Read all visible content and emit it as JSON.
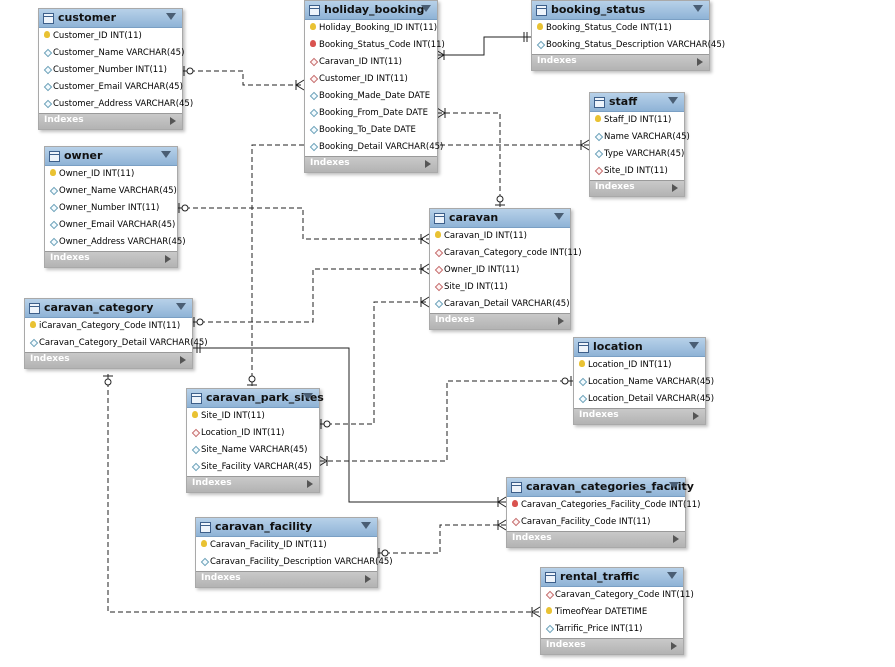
{
  "tables": [
    {
      "key": "customer",
      "name": "customer",
      "cols": [
        {
          "t": "Customer_ID INT(11)",
          "k": "pk"
        },
        {
          "t": "Customer_Name VARCHAR(45)",
          "k": "attr"
        },
        {
          "t": "Customer_Number INT(11)",
          "k": "attr"
        },
        {
          "t": "Customer_Email VARCHAR(45)",
          "k": "attr"
        },
        {
          "t": "Customer_Address VARCHAR(45)",
          "k": "attr"
        }
      ],
      "footer": "Indexes"
    },
    {
      "key": "holiday_booking",
      "name": "holiday_booking",
      "cols": [
        {
          "t": "Holiday_Booking_ID INT(11)",
          "k": "pk"
        },
        {
          "t": "Booking_Status_Code INT(11)",
          "k": "fk"
        },
        {
          "t": "Caravan_ID INT(11)",
          "k": "fkattr"
        },
        {
          "t": "Customer_ID INT(11)",
          "k": "fkattr"
        },
        {
          "t": "Booking_Made_Date DATE",
          "k": "attr"
        },
        {
          "t": "Booking_From_Date DATE",
          "k": "attr"
        },
        {
          "t": "Booking_To_Date DATE",
          "k": "attr"
        },
        {
          "t": "Booking_Detail VARCHAR(45)",
          "k": "attr"
        }
      ],
      "footer": "Indexes"
    },
    {
      "key": "booking_status",
      "name": "booking_status",
      "cols": [
        {
          "t": "Booking_Status_Code INT(11)",
          "k": "pk"
        },
        {
          "t": "Booking_Status_Description VARCHAR(45)",
          "k": "attr"
        }
      ],
      "footer": "Indexes"
    },
    {
      "key": "staff",
      "name": "staff",
      "cols": [
        {
          "t": "Staff_ID INT(11)",
          "k": "pk"
        },
        {
          "t": "Name VARCHAR(45)",
          "k": "attr"
        },
        {
          "t": "Type VARCHAR(45)",
          "k": "attr"
        },
        {
          "t": "Site_ID INT(11)",
          "k": "fkattr"
        }
      ],
      "footer": "Indexes"
    },
    {
      "key": "owner",
      "name": "owner",
      "cols": [
        {
          "t": "Owner_ID INT(11)",
          "k": "pk"
        },
        {
          "t": "Owner_Name VARCHAR(45)",
          "k": "attr"
        },
        {
          "t": "Owner_Number INT(11)",
          "k": "attr"
        },
        {
          "t": "Owner_Email VARCHAR(45)",
          "k": "attr"
        },
        {
          "t": "Owner_Address VARCHAR(45)",
          "k": "attr"
        }
      ],
      "footer": "Indexes"
    },
    {
      "key": "caravan",
      "name": "caravan",
      "cols": [
        {
          "t": "Caravan_ID INT(11)",
          "k": "pk"
        },
        {
          "t": "Caravan_Category_code INT(11)",
          "k": "fkattr"
        },
        {
          "t": "Owner_ID INT(11)",
          "k": "fkattr"
        },
        {
          "t": "Site_ID INT(11)",
          "k": "fkattr"
        },
        {
          "t": "Caravan_Detail VARCHAR(45)",
          "k": "attr"
        }
      ],
      "footer": "Indexes"
    },
    {
      "key": "caravan_category",
      "name": "caravan_category",
      "cols": [
        {
          "t": "iCaravan_Category_Code INT(11)",
          "k": "pk"
        },
        {
          "t": "Caravan_Category_Detail VARCHAR(45)",
          "k": "attr"
        }
      ],
      "footer": "Indexes"
    },
    {
      "key": "location",
      "name": "location",
      "cols": [
        {
          "t": "Location_ID INT(11)",
          "k": "pk"
        },
        {
          "t": "Location_Name VARCHAR(45)",
          "k": "attr"
        },
        {
          "t": "Location_Detail VARCHAR(45)",
          "k": "attr"
        }
      ],
      "footer": "Indexes"
    },
    {
      "key": "caravan_park_sites",
      "name": "caravan_park_sites",
      "cols": [
        {
          "t": "Site_ID INT(11)",
          "k": "pk"
        },
        {
          "t": "Location_ID INT(11)",
          "k": "fkattr"
        },
        {
          "t": "Site_Name VARCHAR(45)",
          "k": "attr"
        },
        {
          "t": "Site_Facility VARCHAR(45)",
          "k": "attr"
        }
      ],
      "footer": "Indexes"
    },
    {
      "key": "caravan_categories_facility",
      "name": "caravan_categories_facility",
      "cols": [
        {
          "t": "Caravan_Categories_Facility_Code INT(11)",
          "k": "fk"
        },
        {
          "t": "Caravan_Facility_Code INT(11)",
          "k": "fkattr"
        }
      ],
      "footer": "Indexes"
    },
    {
      "key": "caravan_facility",
      "name": "caravan_facility",
      "cols": [
        {
          "t": "Caravan_Facility_ID INT(11)",
          "k": "pk"
        },
        {
          "t": "Caravan_Facility_Description VARCHAR(45)",
          "k": "attr"
        }
      ],
      "footer": "Indexes"
    },
    {
      "key": "rental_traffic",
      "name": "rental_traffic",
      "cols": [
        {
          "t": "Caravan_Category_Code INT(11)",
          "k": "fkattr"
        },
        {
          "t": "TimeofYear DATETIME",
          "k": "pk"
        },
        {
          "t": "Tarrific_Price INT(11)",
          "k": "attr"
        }
      ],
      "footer": "Indexes"
    }
  ]
}
